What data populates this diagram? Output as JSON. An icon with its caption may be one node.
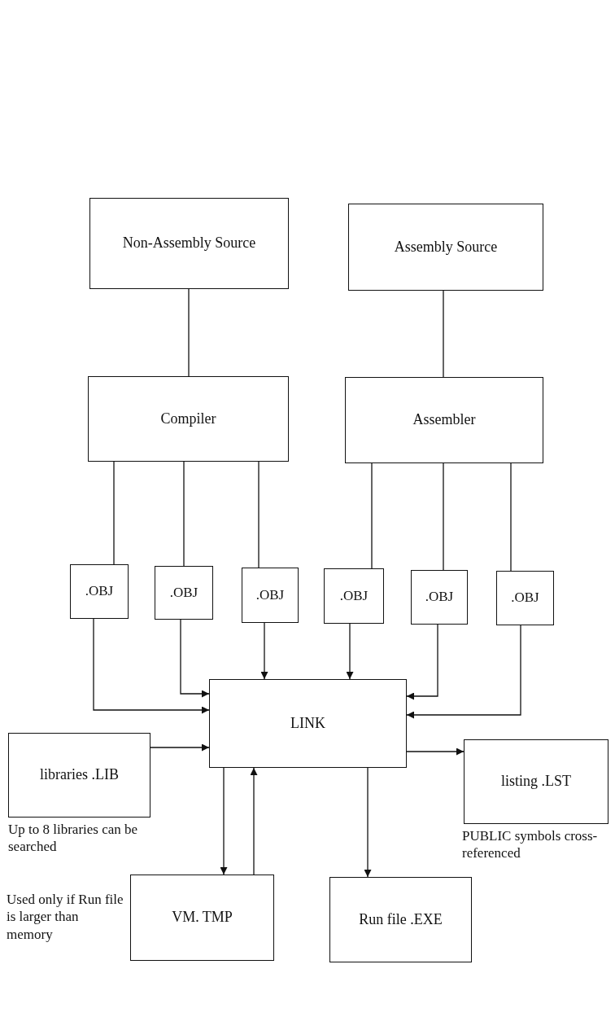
{
  "diagram": {
    "nodes": [
      {
        "text": [
          "Non-Assembly Source"
        ]
      },
      {
        "text": [
          "Assembly Source"
        ]
      },
      {
        "text": [
          "Compiler"
        ]
      },
      {
        "text": [
          "Assembler"
        ]
      },
      {
        "text": [
          ".OBJ"
        ]
      },
      {
        "text": [
          ".OBJ"
        ]
      },
      {
        "text": [
          ".OBJ"
        ]
      },
      {
        "text": [
          ".OBJ"
        ]
      },
      {
        "text": [
          ".OBJ"
        ]
      },
      {
        "text": [
          ".OBJ"
        ]
      },
      {
        "text": [
          "LINK"
        ]
      },
      {
        "text": [
          "libraries .LIB"
        ],
        "beside": [
          "Up to 8 libraries can be searched"
        ]
      },
      {
        "text": [
          "listing .LST"
        ],
        "beside": [
          "PUBLIC symbols cross-referenced"
        ]
      },
      {
        "text": [
          "VM. TMP"
        ],
        "beside": [
          "Used only if Run file is larger than memory"
        ]
      },
      {
        "text": [
          "Run file .EXE"
        ]
      }
    ],
    "edges": [
      {
        "from": 0,
        "to": 2,
        "arrow": "none"
      },
      {
        "from": 1,
        "to": 3,
        "arrow": "none"
      },
      {
        "from": 2,
        "to": 4,
        "arrow": "none"
      },
      {
        "from": 2,
        "to": 5,
        "arrow": "none"
      },
      {
        "from": 2,
        "to": 6,
        "arrow": "none"
      },
      {
        "from": 3,
        "to": 7,
        "arrow": "none"
      },
      {
        "from": 3,
        "to": 8,
        "arrow": "none"
      },
      {
        "from": 3,
        "to": 9,
        "arrow": "none"
      },
      {
        "from": 4,
        "to": 10,
        "arrow": "to"
      },
      {
        "from": 5,
        "to": 10,
        "arrow": "to"
      },
      {
        "from": 6,
        "to": 10,
        "arrow": "to"
      },
      {
        "from": 7,
        "to": 10,
        "arrow": "to"
      },
      {
        "from": 8,
        "to": 10,
        "arrow": "to"
      },
      {
        "from": 9,
        "to": 10,
        "arrow": "to"
      },
      {
        "from": 11,
        "to": 10,
        "arrow": "to"
      },
      {
        "from": 10,
        "to": 12,
        "arrow": "to"
      },
      {
        "from": 10,
        "to": 13,
        "arrow": "to"
      },
      {
        "from": 13,
        "to": 10,
        "arrow": "to"
      },
      {
        "from": 10,
        "to": 14,
        "arrow": "to"
      }
    ]
  }
}
